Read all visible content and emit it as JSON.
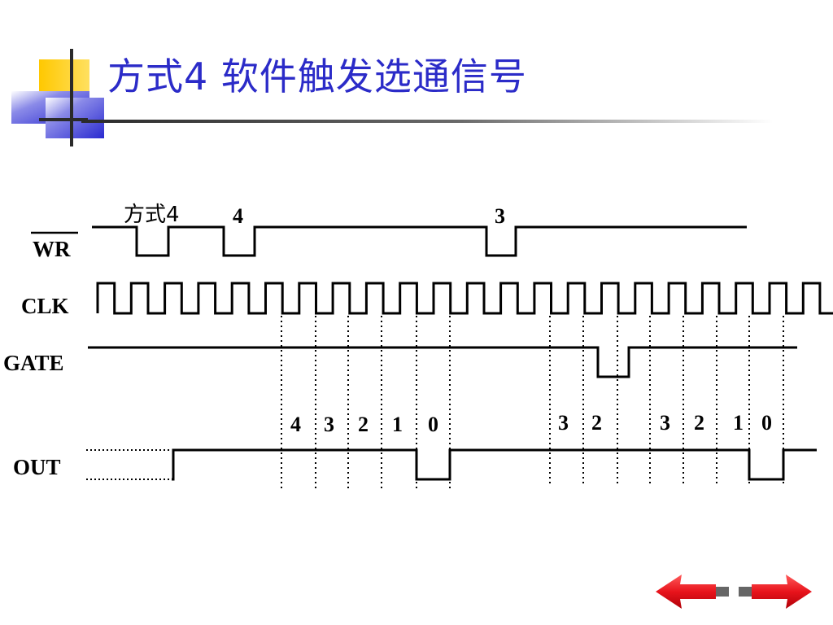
{
  "title": "方式4  软件触发选通信号",
  "signals": {
    "wr": "WR",
    "clk": "CLK",
    "gate": "GATE",
    "out": "OUT"
  },
  "wr_annotations": {
    "first": "方式4",
    "second": "4",
    "third": "3"
  },
  "counts": {
    "first_run": [
      "4",
      "3",
      "2",
      "1",
      "0"
    ],
    "interrupted_run": [
      "3",
      "2"
    ],
    "second_run": [
      "3",
      "2",
      "1",
      "0"
    ]
  },
  "icons": {
    "logo": "slide-logo-icon",
    "back": "arrow-left-icon",
    "forward": "arrow-right-icon"
  },
  "colors": {
    "title": "#2b2bc8",
    "arrow": "#e8141c"
  }
}
